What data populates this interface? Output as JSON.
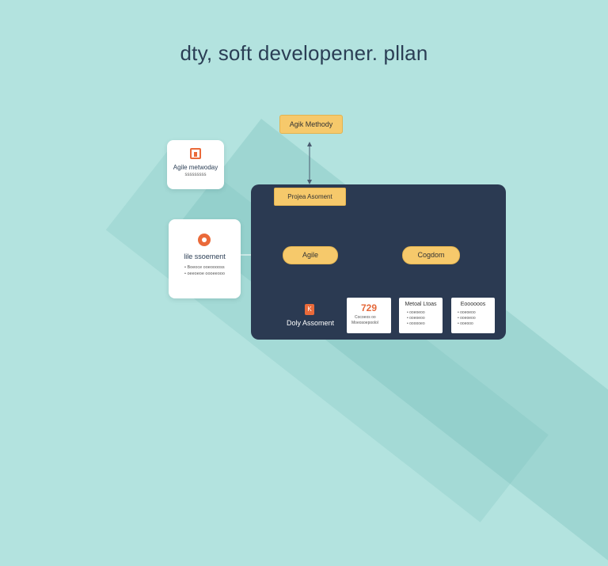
{
  "title": "dty, soft developener. pllan",
  "top_pill": "Agik Methody",
  "left_card_top": {
    "title": "Agile metwoday",
    "subtitle": "sssssssss"
  },
  "left_card_mid": {
    "title": "lile ssoement",
    "bullets": [
      "Boeoce ooeooooss",
      "oeeoeoe oooeeooo"
    ]
  },
  "panel": {
    "project_pill": "Projea Asoment",
    "agile_pill": "Agile",
    "cog_pill": "Cogdom",
    "daily_label": "Doly Assoment",
    "daily_icon_glyph": "K"
  },
  "mini_cards": [
    {
      "number": "729",
      "lines": [
        "Cocoeos oo",
        "Moeosoepoolol"
      ]
    },
    {
      "title": "Metoal Ltoas",
      "lines": [
        "ooeoeoo",
        "ooeoeoo",
        "oooooeo"
      ]
    },
    {
      "title": "Eoooooos",
      "lines": [
        "ooeoeoo",
        "ooeoeoo",
        "ooeooo"
      ]
    }
  ],
  "colors": {
    "background": "#b3e3df",
    "panel": "#2b3a52",
    "pill": "#f6c96b",
    "accent": "#ea6a3a",
    "title_text": "#2b3e55"
  },
  "icons": [
    "house-icon",
    "circle-icon",
    "document-icon"
  ]
}
